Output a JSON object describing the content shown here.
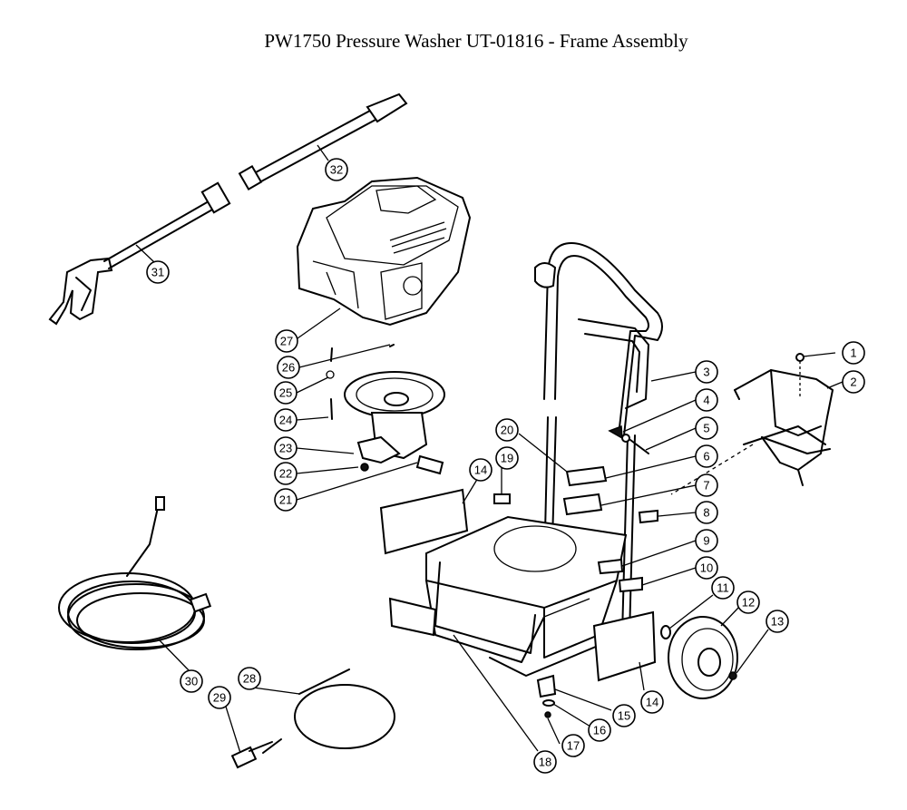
{
  "title": "PW1750 Pressure Washer UT-01816 - Frame Assembly",
  "callouts": [
    "1",
    "2",
    "3",
    "4",
    "5",
    "6",
    "7",
    "8",
    "9",
    "10",
    "11",
    "12",
    "13",
    "14",
    "15",
    "16",
    "17",
    "18",
    "19",
    "20",
    "21",
    "22",
    "23",
    "24",
    "25",
    "26",
    "27",
    "28",
    "29",
    "30",
    "31",
    "32",
    "14"
  ]
}
